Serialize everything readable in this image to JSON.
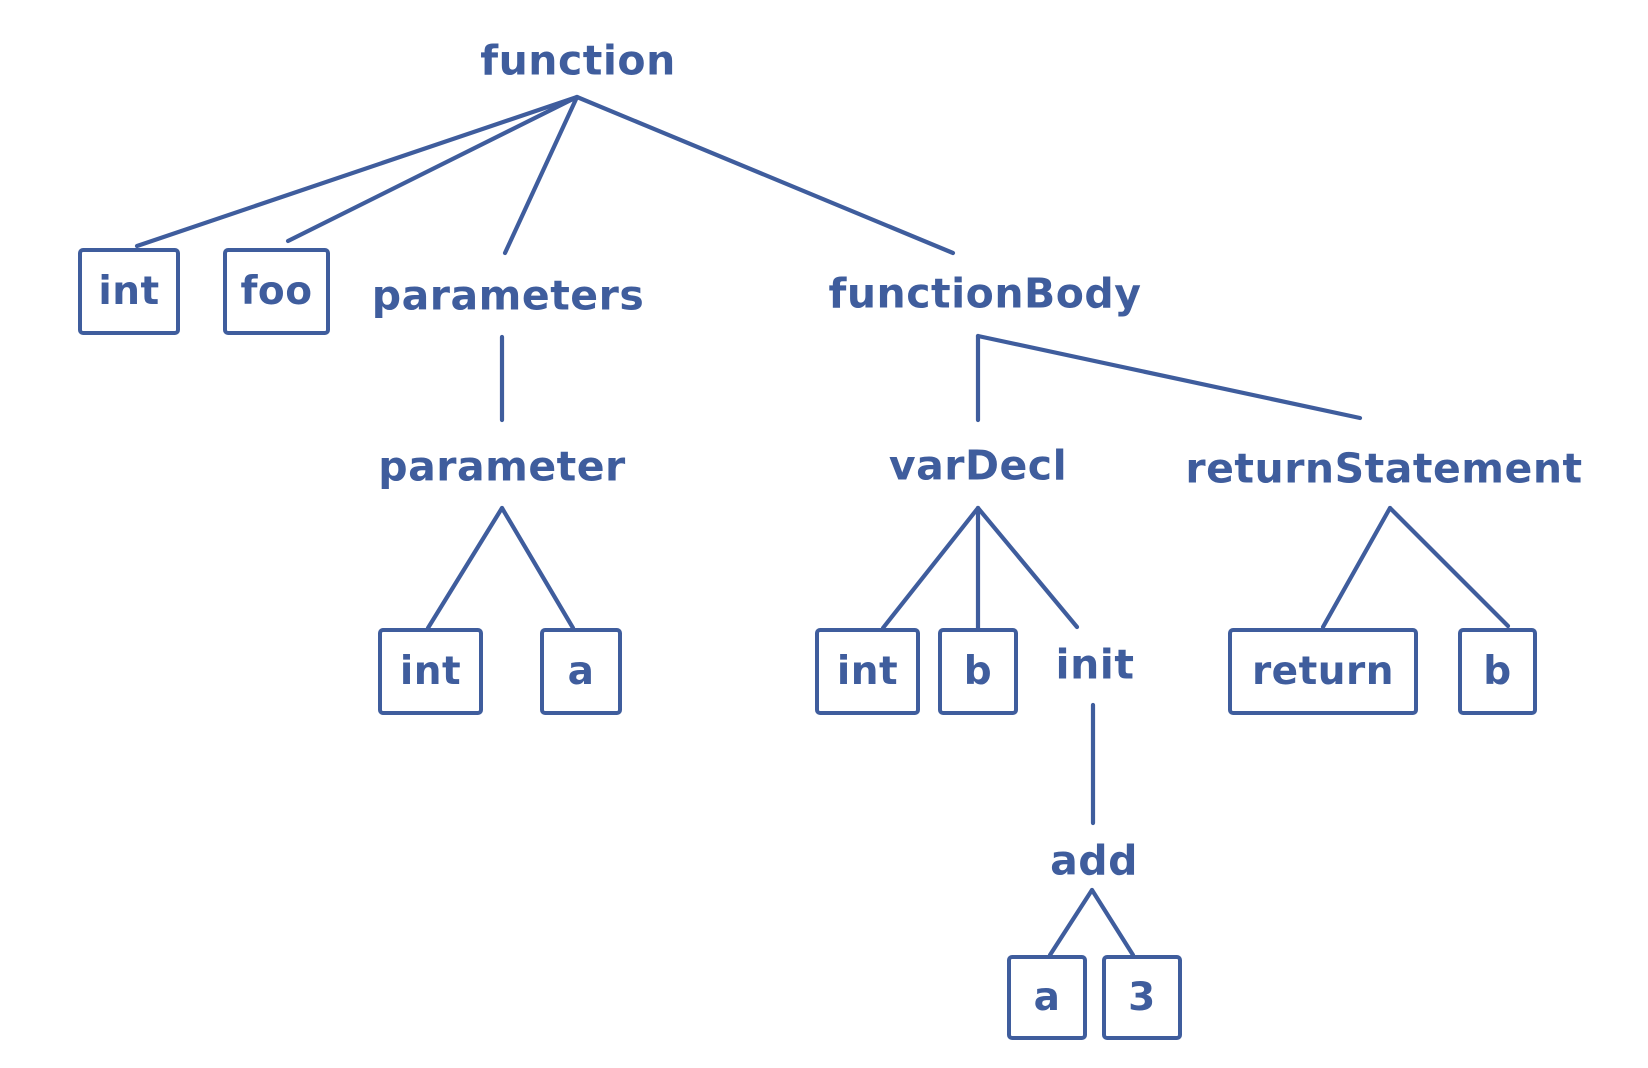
{
  "colors": {
    "ink": "#3f5d9d",
    "background": "#ffffff"
  },
  "diagram_type": "syntax-tree",
  "nodes": {
    "function": "function",
    "fn_type": "int",
    "fn_name": "foo",
    "parameters": "parameters",
    "function_body": "functionBody",
    "parameter": "parameter",
    "param_type": "int",
    "param_name": "a",
    "var_decl": "varDecl",
    "var_type": "int",
    "var_name": "b",
    "init": "init",
    "add": "add",
    "add_left": "a",
    "add_right": "3",
    "return_statement": "returnStatement",
    "return_keyword": "return",
    "return_value": "b"
  },
  "tree_structure": {
    "function": [
      "int",
      "foo",
      "parameters",
      "functionBody"
    ],
    "parameters": [
      "parameter"
    ],
    "parameter": [
      "int",
      "a"
    ],
    "functionBody": [
      "varDecl",
      "returnStatement"
    ],
    "varDecl": [
      "int",
      "b",
      "init"
    ],
    "init": [
      "add"
    ],
    "add": [
      "a",
      "3"
    ],
    "returnStatement": [
      "return",
      "b"
    ]
  }
}
